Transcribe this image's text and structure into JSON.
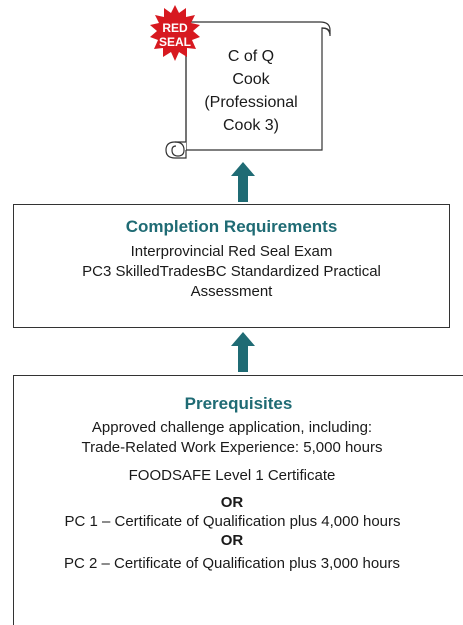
{
  "seal": {
    "line1": "RED",
    "line2": "SEAL",
    "color": "#d71920"
  },
  "certificate": {
    "lines": [
      "C of Q",
      "Cook",
      "(Professional",
      "Cook 3)"
    ]
  },
  "completion": {
    "title": "Completion Requirements",
    "lines": [
      "Interprovincial Red Seal Exam",
      "PC3 SkilledTradesBC Standardized Practical",
      "Assessment"
    ]
  },
  "prerequisites": {
    "title": "Prerequisites",
    "line1": "Approved challenge application, including:",
    "line2": "Trade-Related Work Experience: 5,000 hours",
    "line3": "FOODSAFE Level 1 Certificate",
    "or1": "OR",
    "line4": "PC 1 – Certificate of Qualification plus 4,000 hours",
    "or2": "OR",
    "line5": "PC 2 – Certificate of Qualification plus 3,000 hours"
  },
  "colors": {
    "accent": "#1f6b74",
    "arrow": "#1f6b74",
    "seal": "#d71920"
  }
}
